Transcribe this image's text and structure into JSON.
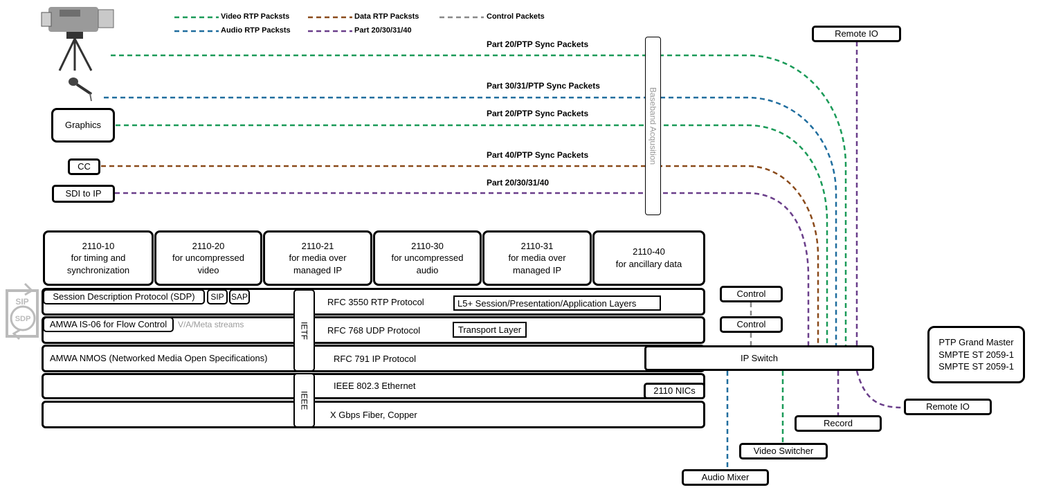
{
  "colors": {
    "video": "#1a9a58",
    "audio": "#1f6d9e",
    "data": "#8a4a1a",
    "control": "#888888",
    "part": "#6a3e8a"
  },
  "legend": {
    "video": "Video RTP Packsts",
    "audio": "Audio RTP Packsts",
    "data": "Data RTP Packsts",
    "part": "Part 20/30/31/40",
    "control": "Control Packets"
  },
  "sources": {
    "camera_icon": "camera-icon",
    "microphone_icon": "microphone-icon",
    "graphics": "Graphics",
    "cc": "CC",
    "sdi_to_ip": "SDI to IP"
  },
  "packet_labels": {
    "camera": "Part 20/PTP Sync Packets",
    "mic": "Part 30/31/PTP Sync Packets",
    "graphics": "Part 20/PTP Sync Packets",
    "cc": "Part 40/PTP Sync Packets",
    "sdi": "Part 20/30/31/40"
  },
  "baseband": "Baseband Acqusition",
  "standards": [
    {
      "code": "2110-10",
      "desc": "for timing and synchronization"
    },
    {
      "code": "2110-20",
      "desc": "for uncompressed video"
    },
    {
      "code": "2110-21",
      "desc": "for media over managed IP"
    },
    {
      "code": "2110-30",
      "desc": "for uncompressed audio"
    },
    {
      "code": "2110-31",
      "desc": "for media over managed IP"
    },
    {
      "code": "2110-40",
      "desc": "for ancillary data"
    }
  ],
  "stack": {
    "sdp": "Session Description Protocol (SDP)",
    "sip": "SIP",
    "sap": "SAP",
    "sip_sdp_icon_top": "SIP",
    "sip_sdp_icon_bottom": "SDP",
    "is06": "AMWA IS-06 for Flow Control",
    "vameta": "V/A/Meta streams",
    "nmos": "AMWA NMOS (Networked Media Open Specifications)",
    "ietf": "IETF",
    "ieee": "IEEE",
    "rtp": "RFC 3550 RTP Protocol",
    "udp": "RFC 768 UDP Protocol",
    "ip": "RFC 791 IP Protocol",
    "ethernet": "IEEE 802.3 Ethernet",
    "fiber": "X Gbps Fiber, Copper",
    "l5": "L5+ Session/Presentation/Application Layers",
    "transport": "Transport Layer",
    "nics": "2110 NICs"
  },
  "network": {
    "control1": "Control",
    "control2": "Control",
    "ip_switch": "IP Switch",
    "remote_io_top": "Remote IO",
    "remote_io_right": "Remote IO",
    "record": "Record",
    "video_switcher": "Video Switcher",
    "audio_mixer": "Audio Mixer",
    "ptp_line1": "PTP Grand Master",
    "ptp_line2": "SMPTE ST 2059-1",
    "ptp_line3": "SMPTE ST 2059-1"
  }
}
